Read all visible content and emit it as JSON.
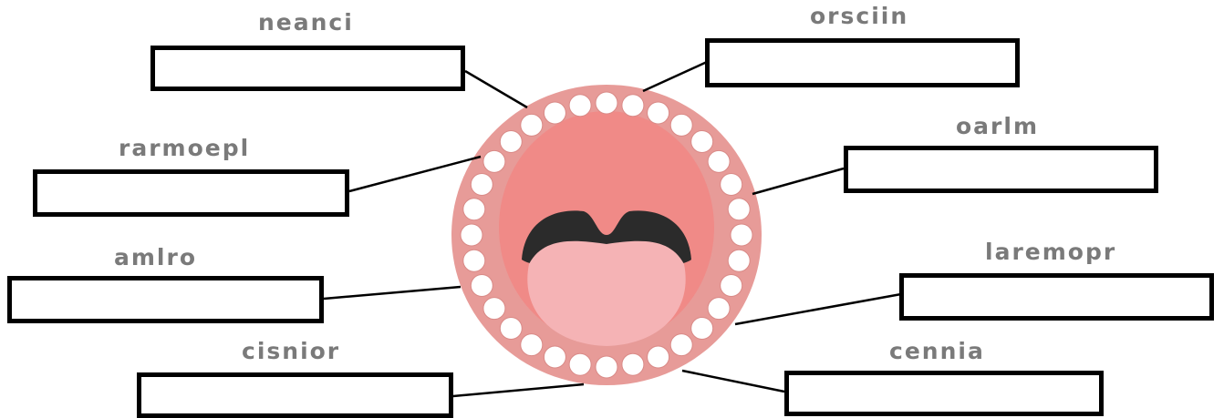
{
  "labels": [
    {
      "id": "top-left",
      "scrambled": "neanci"
    },
    {
      "id": "top-right",
      "scrambled": "orsciin"
    },
    {
      "id": "upper-left",
      "scrambled": "rarmoepl"
    },
    {
      "id": "upper-right",
      "scrambled": "oarlm"
    },
    {
      "id": "lower-left",
      "scrambled": "amlro"
    },
    {
      "id": "lower-right",
      "scrambled": "laremopr"
    },
    {
      "id": "bottom-left",
      "scrambled": "cisnior"
    },
    {
      "id": "bottom-right",
      "scrambled": "cennia"
    }
  ],
  "colors": {
    "gum": "#e79b98",
    "palate": "#f08a87",
    "throat": "#2b2b2b",
    "tongue": "#f5b3b5",
    "tooth": "#ffffff",
    "box_border": "#000000",
    "word": "#7a7a7a"
  }
}
